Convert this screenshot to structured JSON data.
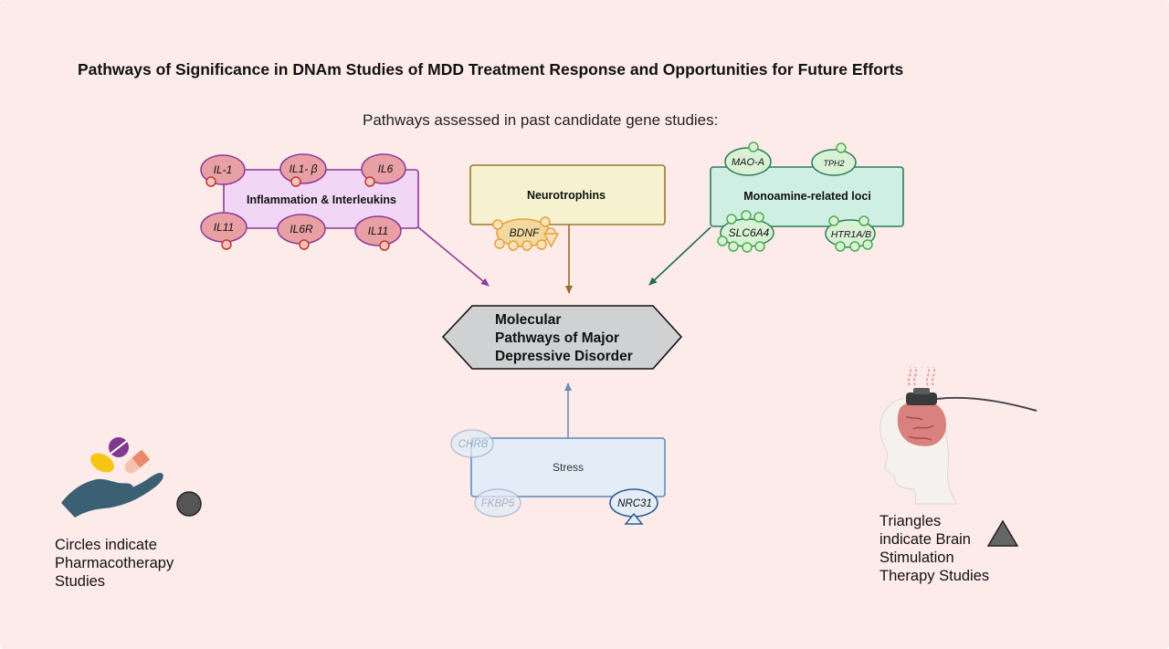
{
  "title": "Pathways of Significance in DNAm Studies of MDD Treatment Response and Opportunities for Future Efforts",
  "subtitle": "Pathways assessed in past candidate gene studies:",
  "center": {
    "lines": [
      "Molecular",
      "Pathways of Major",
      "Depressive Disorder"
    ]
  },
  "pathways": {
    "inflammation": {
      "label": "Inflammation & Interleukins",
      "genes": [
        "IL-1",
        "IL1- β",
        "IL6",
        "IL11",
        "IL6R",
        "IL11"
      ]
    },
    "neurotrophins": {
      "label": "Neurotrophins",
      "genes": [
        "BDNF"
      ]
    },
    "monoamine": {
      "label": "Monoamine-related loci",
      "genes": [
        "MAO-A",
        "TPH2",
        "SLC6A4",
        "HTR1A/B"
      ]
    },
    "stress": {
      "label": "Stress",
      "genes": [
        "CHRB",
        "FKBP5",
        "NRC31"
      ]
    }
  },
  "legend": {
    "circles": [
      "Circles indicate",
      "Pharmacotherapy",
      "Studies"
    ],
    "triangles": [
      "Triangles",
      "indicate Brain",
      "Stimulation",
      "Therapy Studies"
    ]
  },
  "icons": [
    "hand-with-pills-icon",
    "brain-stimulation-head-icon",
    "circle-marker-icon",
    "triangle-marker-icon"
  ],
  "colors": {
    "background": "#fdebea",
    "inflammation": "#8e44a6",
    "neurotrophins": "#9a7a2c",
    "monoamine": "#2e7d5a",
    "stress": "#6a8fb5"
  }
}
